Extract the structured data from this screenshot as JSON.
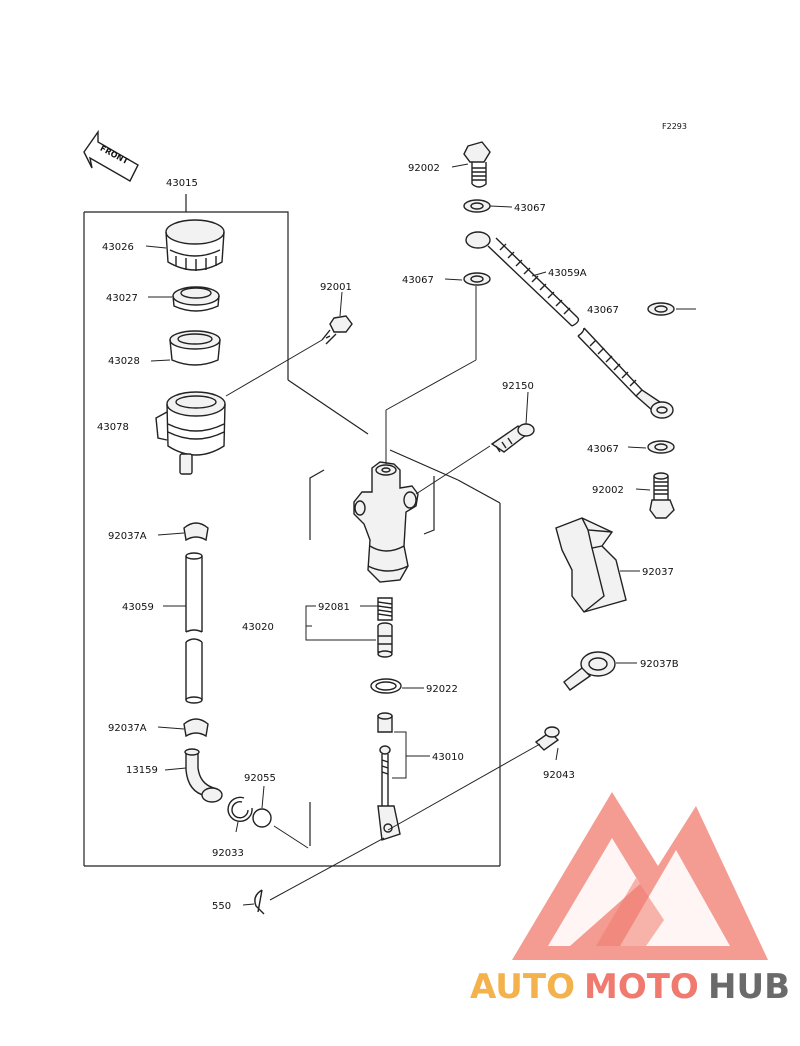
{
  "figure_ref": "F2293",
  "front_arrow_text": "FRONT",
  "labels": {
    "p43015": "43015",
    "p43026": "43026",
    "p43027": "43027",
    "p43028": "43028",
    "p43078": "43078",
    "p92037A_top": "92037A",
    "p43059": "43059",
    "p92037A_bot": "92037A",
    "p13159": "13159",
    "p92055": "92055",
    "p92033": "92033",
    "p550": "550",
    "p92001": "92001",
    "p92002_top": "92002",
    "p43067_a": "43067",
    "p43067_b": "43067",
    "p43059A": "43059A",
    "p43067_c": "43067",
    "p92150": "92150",
    "p43067_d": "43067",
    "p92002_mid": "92002",
    "p92037": "92037",
    "p92037B": "92037B",
    "p92081": "92081",
    "p43020": "43020",
    "p92022": "92022",
    "p43010": "43010",
    "p92043": "92043"
  },
  "watermark": {
    "auto": "AUTO",
    "moto": "MOTO",
    "hub": "HUB"
  },
  "colors": {
    "logo_red": "#f07a6e",
    "logo_orange": "#f3b24b",
    "logo_gray": "#6a6a6a"
  }
}
